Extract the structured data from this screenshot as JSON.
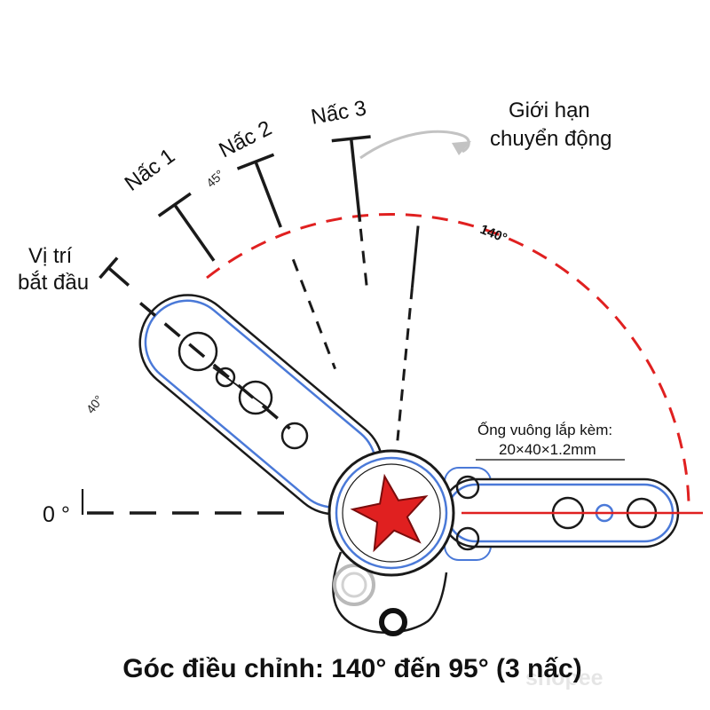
{
  "title": "Góc điều chỉnh: 140° đến 95° (3 nấc)",
  "labels": {
    "start_position": {
      "line1": "Vị trí",
      "line2": "bắt đầu"
    },
    "motion_limit": {
      "line1": "Giới hạn",
      "line2": "chuyển động"
    },
    "notch1": "Nấc 1",
    "notch2": "Nấc 2",
    "notch3": "Nấc 3",
    "angle_45": "45°",
    "angle_40": "40°",
    "angle_140": "140°",
    "angle_0": "0 °",
    "tube_note": {
      "line1": "Ống vuông lắp kèm:",
      "line2": "20×40×1.2mm"
    }
  },
  "watermark": "shopee",
  "colors": {
    "accent_red": "#e02020",
    "outline_blue": "#4a79d8",
    "line_black": "#1a1a1a",
    "limit_gray": "#c3c3c3",
    "star_edge": "#7a0c0c"
  }
}
